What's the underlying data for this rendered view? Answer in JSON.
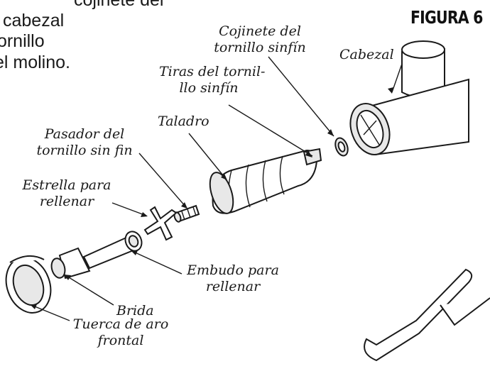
{
  "intro_lines": [
    "cojinete del",
    "cabezal",
    "tornillo",
    "el molino."
  ],
  "figure_label": "FIGURA 6",
  "labels": {
    "cojinete_l1": "Cojinete del",
    "cojinete_l2": "tornillo sinfín",
    "cabezal": "Cabezal",
    "tiras_l1": "Tiras del tornil-",
    "tiras_l2": "llo sinfín",
    "taladro": "Taladro",
    "pasador_l1": "Pasador del",
    "pasador_l2": "tornillo sin fin",
    "estrella_l1": "Estrella para",
    "estrella_l2": "rellenar",
    "embudo_l1": "Embudo para",
    "embudo_l2": "rellenar",
    "brida": "Brida",
    "tuerca_l1": "Tuerca de aro",
    "tuerca_l2": "frontal"
  }
}
